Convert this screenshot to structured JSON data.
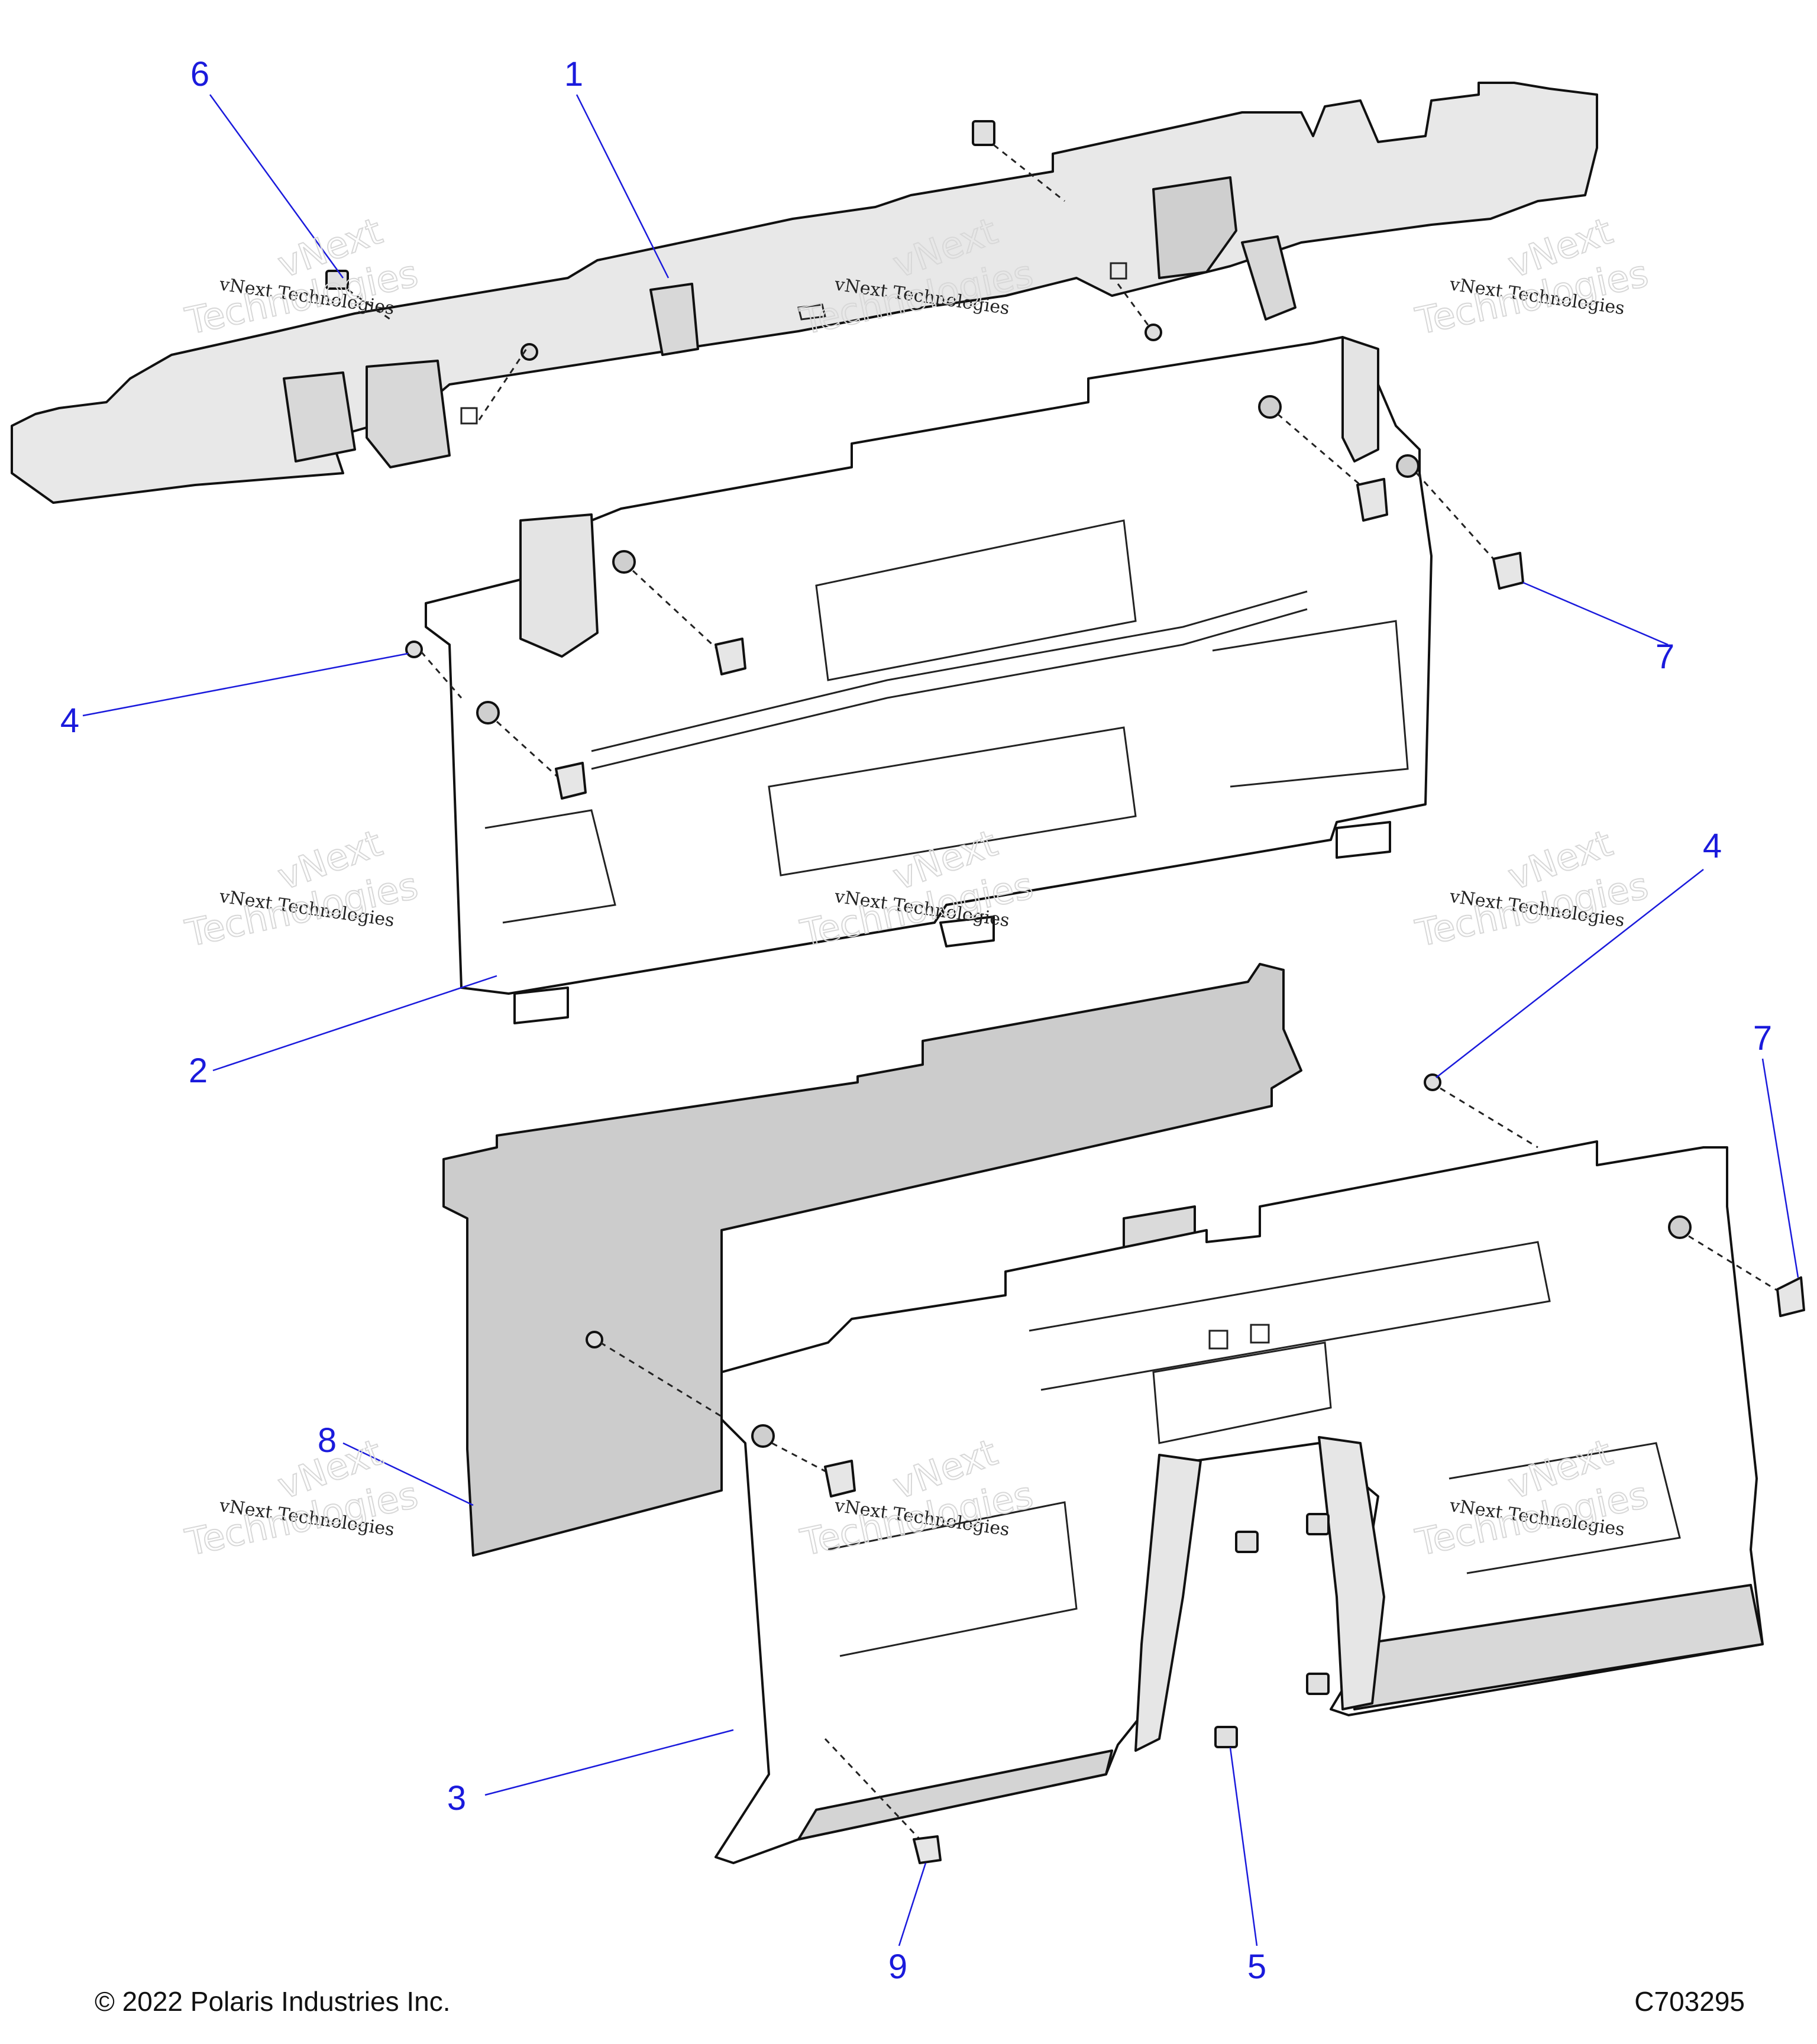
{
  "callouts": [
    {
      "id": "c1",
      "label": "1"
    },
    {
      "id": "c2",
      "label": "2"
    },
    {
      "id": "c3",
      "label": "3"
    },
    {
      "id": "c4a",
      "label": "4"
    },
    {
      "id": "c4b",
      "label": "4"
    },
    {
      "id": "c5",
      "label": "5"
    },
    {
      "id": "c6",
      "label": "6"
    },
    {
      "id": "c7a",
      "label": "7"
    },
    {
      "id": "c7b",
      "label": "7"
    },
    {
      "id": "c8",
      "label": "8"
    },
    {
      "id": "c9",
      "label": "9"
    }
  ],
  "watermark": {
    "line1": "vNext Technologies",
    "line2": "vNext",
    "line3": "Technologies"
  },
  "footer": {
    "copyright": "© 2022 Polaris Industries Inc.",
    "diagram_id": "C703295"
  },
  "colors": {
    "callout": "#1a1adc",
    "part_fill": "#e6e6e6",
    "part_fill_dark": "#c9c9c9",
    "panel_fill": "#ffffff"
  }
}
